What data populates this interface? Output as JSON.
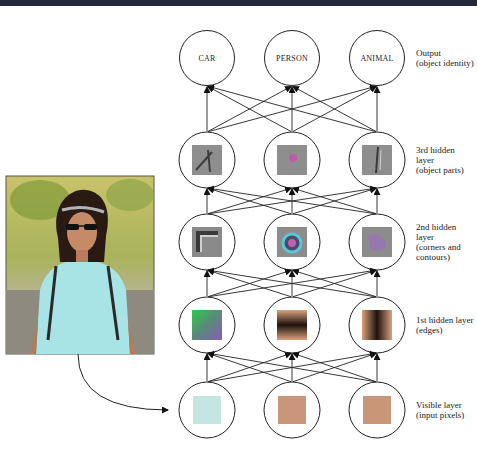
{
  "diagram": {
    "nodes": [
      {
        "text": [
          "CAR"
        ]
      },
      {
        "text": [
          "PERSON"
        ]
      },
      {
        "text": [
          "ANIMAL"
        ]
      }
    ],
    "labels": [
      "Output",
      "(object identity)",
      "3rd hidden layer",
      "(object parts)",
      "2nd hidden layer",
      "(corners and contours)",
      "1st hidden layer",
      "(edges)",
      "Visible layer",
      "(input pixels)"
    ]
  }
}
